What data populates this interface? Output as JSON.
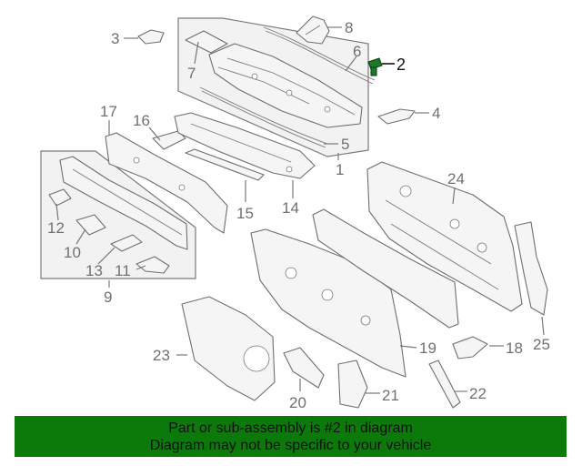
{
  "diagram": {
    "callouts": [
      {
        "label": "1"
      },
      {
        "label": "2"
      },
      {
        "label": "3"
      },
      {
        "label": "4"
      },
      {
        "label": "5"
      },
      {
        "label": "6"
      },
      {
        "label": "7"
      },
      {
        "label": "8"
      },
      {
        "label": "9"
      },
      {
        "label": "10"
      },
      {
        "label": "11"
      },
      {
        "label": "12"
      },
      {
        "label": "13"
      },
      {
        "label": "14"
      },
      {
        "label": "15"
      },
      {
        "label": "16"
      },
      {
        "label": "17"
      },
      {
        "label": "18"
      },
      {
        "label": "19"
      },
      {
        "label": "20"
      },
      {
        "label": "21"
      },
      {
        "label": "22"
      },
      {
        "label": "23"
      },
      {
        "label": "24"
      },
      {
        "label": "25"
      }
    ],
    "highlighted_part": "2",
    "highlight_part_color": "#1a7a2a"
  },
  "banner": {
    "line1": "Part or sub-assembly is #2 in diagram",
    "line2": "Diagram may not be specific to your vehicle",
    "background": "#0b7a0b"
  }
}
